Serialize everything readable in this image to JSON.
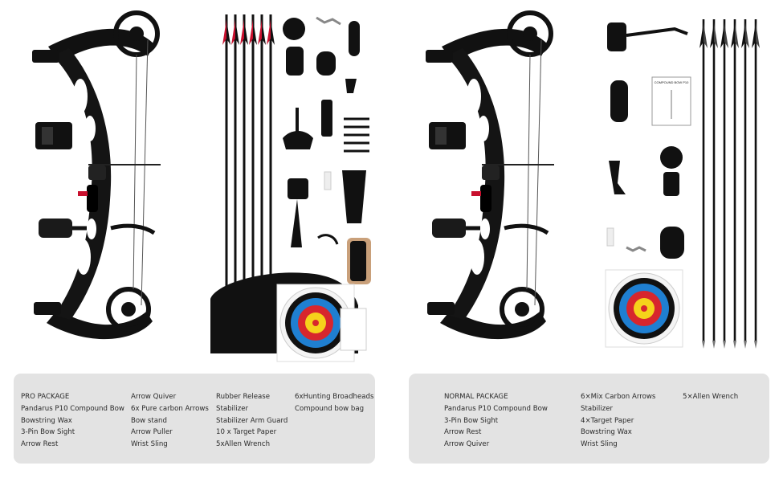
{
  "pro_package": {
    "columns": [
      [
        "PRO PACKAGE",
        "Pandarus P10 Compound Bow",
        "Bowstring Wax",
        "3-Pin Bow Sight",
        "Arrow Rest"
      ],
      [
        "Arrow Quiver",
        "6x Pure carbon Arrows",
        "Bow stand",
        "Arrow Puller",
        "Wrist Sling"
      ],
      [
        "Rubber Release",
        "Stabilizer",
        "Stabilizer Arm Guard",
        "10 x Target Paper",
        "5xAllen Wrench"
      ],
      [
        "6xHunting Broadheads",
        "Compound bow bag"
      ]
    ]
  },
  "normal_package": {
    "columns": [
      [
        "NORMAL PACKAGE",
        "Pandarus P10 Compound Bow",
        "3-Pin Bow Sight",
        "Arrow Rest",
        "Arrow Quiver"
      ],
      [
        "6×Mix Carbon Arrows",
        "Stabilizer",
        "4×Target Paper",
        "Bowstring Wax",
        "Wrist Sling"
      ],
      [
        "5×Allen Wrench"
      ]
    ]
  },
  "manual_label": "COMPOUND BOW P10",
  "colors": {
    "panel_bg": "#e3e3e3",
    "bow": "#111111",
    "fletch_red": "#c8102e",
    "target_blue": "#1f7fd1",
    "target_red": "#d7262d",
    "target_gold": "#f5d21b"
  }
}
